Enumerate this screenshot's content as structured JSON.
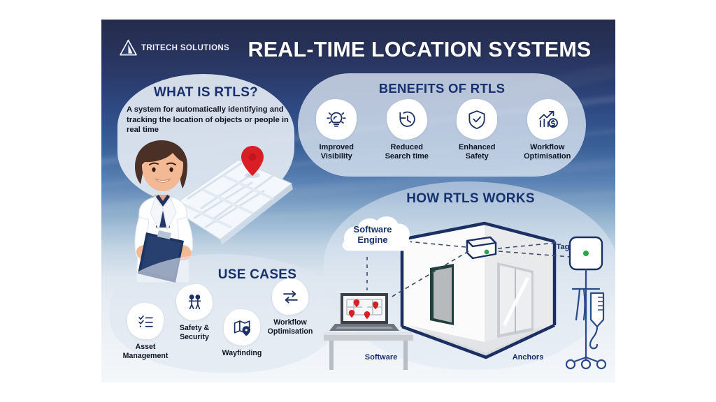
{
  "brand": {
    "logo_icon": "triangle-mountain-logo-icon",
    "name": "TRITECH SOLUTIONS"
  },
  "header": {
    "title": "REAL-TIME LOCATION SYSTEMS"
  },
  "what_is": {
    "title": "WHAT IS RTLS?",
    "body": "A system for automatically identifying and tracking the location of objects or people in real time",
    "illustration": "nurse-with-clipboard-and-map-pin"
  },
  "benefits": {
    "title": "BENEFITS OF RTLS",
    "items": [
      {
        "icon": "lightbulb-icon",
        "label": "Improved\nVisibility",
        "line1": "Improved",
        "line2": "Visibility"
      },
      {
        "icon": "clock-rewind-icon",
        "label": "Reduced\nSearch time",
        "line1": "Reduced",
        "line2": "Search time"
      },
      {
        "icon": "shield-check-icon",
        "label": "Enhanced\nSafety",
        "line1": "Enhanced",
        "line2": "Safety"
      },
      {
        "icon": "growth-chart-dollar-icon",
        "label": "Workflow\nOptimisation",
        "line1": "Workflow",
        "line2": "Optimisation"
      }
    ]
  },
  "use_cases": {
    "title": "USE CASES",
    "items": [
      {
        "icon": "checklist-icon",
        "line1": "Asset",
        "line2": "Management"
      },
      {
        "icon": "two-people-icon",
        "line1": "Safety &",
        "line2": "Security"
      },
      {
        "icon": "map-pin-icon",
        "line1": "Wayfinding",
        "line2": ""
      },
      {
        "icon": "transfer-arrows-icon",
        "line1": "Workflow",
        "line2": "Optimisation"
      }
    ]
  },
  "how_it_works": {
    "title": "HOW RTLS WORKS",
    "cloud_label_line1": "Software",
    "cloud_label_line2": "Engine",
    "labels": {
      "software": "Software",
      "anchors": "Anchors",
      "tag": "Tag"
    }
  },
  "colors": {
    "navy_dark": "#242c4d",
    "navy_mid": "#2f4c86",
    "brand_navy": "#17306e",
    "icon_navy": "#1b2f63",
    "accent_red": "#d81f26",
    "led_green": "#2aa84a",
    "panel_light": "#e1e8f1",
    "white": "#ffffff"
  }
}
